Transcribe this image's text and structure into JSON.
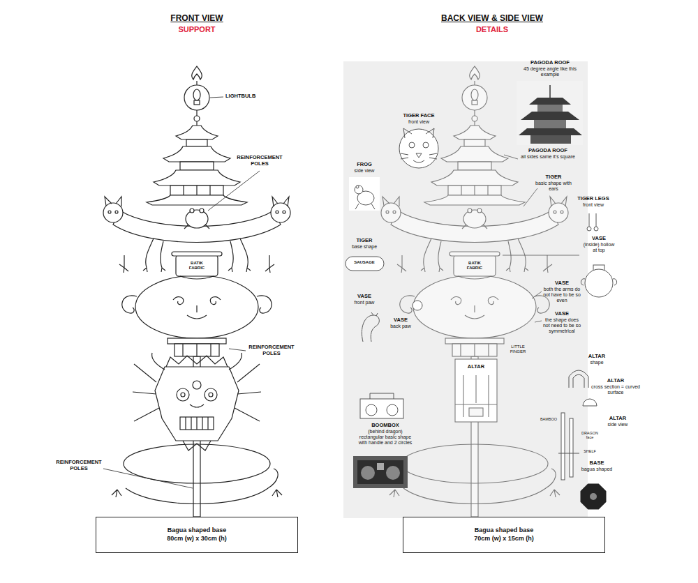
{
  "diagram": {
    "nodes": [
      {
        "text": [
          "Bagua shaped base",
          "80cm (w) x 30cm (h)"
        ]
      },
      {
        "text": [
          "Bagua shaped base",
          "70cm (w) x 15cm (h)"
        ]
      }
    ],
    "labels": [
      "FRONT VIEW",
      "SUPPORT",
      "LIGHTBULB",
      "REINFORCEMENT POLES",
      "REINFORCEMENT POLES",
      "REINFORCEMENT POLES",
      "BATIK FABRIC",
      "BACK VIEW & SIDE VIEW",
      "DETAILS",
      "PAGODA ROOF",
      "45 degree angle like this example",
      "TIGER FACE",
      "front view",
      "PAGODA ROOF",
      "all sides same it's square",
      "FROG",
      "side view",
      "TIGER",
      "basic shape with ears",
      "TIGER LEGS",
      "front view",
      "TIGER",
      "base shape",
      "SAUSAGE",
      "VASE",
      "(inside) hollow at top",
      "VASE",
      "front paw",
      "VASE",
      "back paw",
      "VASE",
      "both the arms do not have to be so even",
      "VASE",
      "the shape does not need to be so symmetrical",
      "ALTAR",
      "ALTAR",
      "shape",
      "ALTAR",
      "cross section = curved surface",
      "ALTAR",
      "side view",
      "BOOMBOX",
      "(behind dragon) rectangular basic shape with handle and 2 circles",
      "BASE",
      "bagua shaped",
      "BATIK FABRIC",
      "LITTLE FINGER",
      "DRAGON face",
      "SHELF",
      "BAMBOO"
    ]
  }
}
